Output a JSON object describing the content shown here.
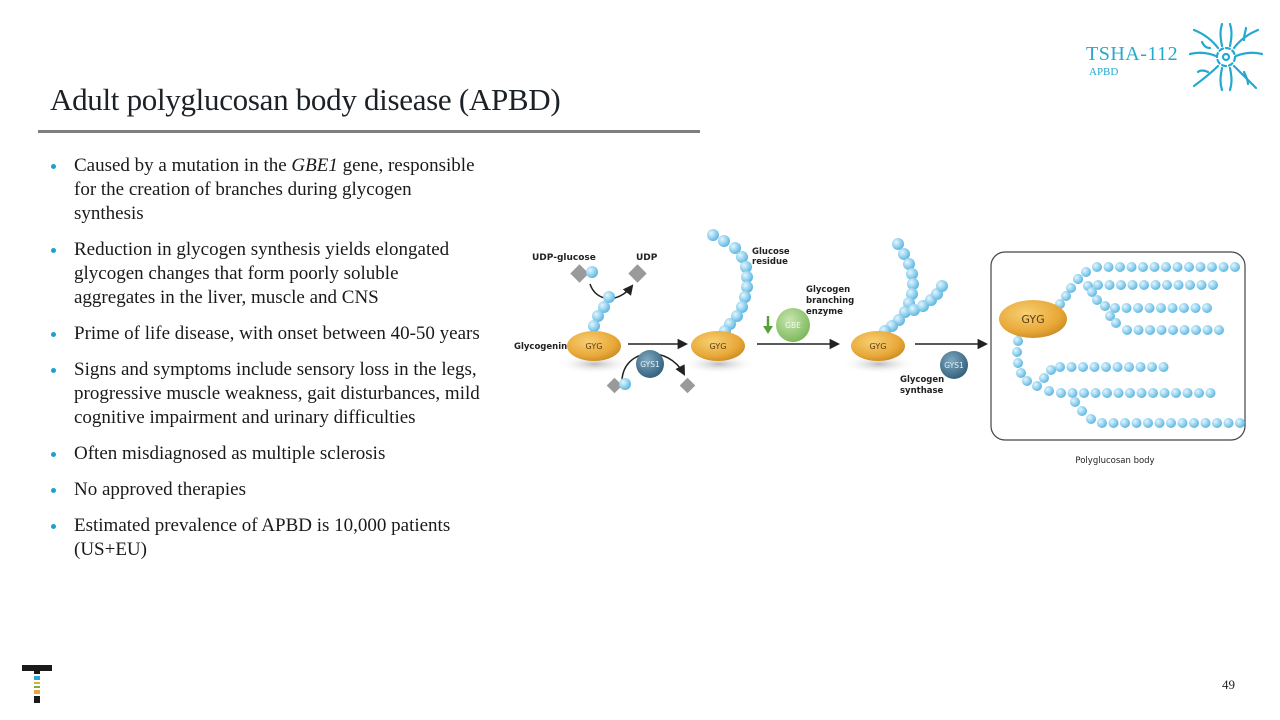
{
  "slide": {
    "title": "Adult polyglucosan body disease (APBD)",
    "page_number": "49"
  },
  "brand": {
    "code": "TSHA-112",
    "subtitle": "APBD",
    "icon": "neuron-icon",
    "color": "#23a9cf"
  },
  "bullets": [
    {
      "pre": "Caused by a mutation in the ",
      "italic": "GBE1",
      "post": " gene, responsible for the creation of branches during glycogen synthesis"
    },
    {
      "pre": "Reduction in glycogen synthesis yields elongated glycogen changes that form poorly soluble aggregates in the liver, muscle and CNS",
      "italic": "",
      "post": ""
    },
    {
      "pre": "Prime of life disease, with onset between 40-50 years",
      "italic": "",
      "post": ""
    },
    {
      "pre": "Signs and symptoms include sensory loss in the legs, progressive muscle weakness, gait disturbances, mild cognitive impairment and urinary difficulties",
      "italic": "",
      "post": ""
    },
    {
      "pre": "Often misdiagnosed as multiple sclerosis",
      "italic": "",
      "post": ""
    },
    {
      "pre": "No approved therapies",
      "italic": "",
      "post": ""
    },
    {
      "pre": "Estimated prevalence of APBD is 10,000 patients (US+EU)",
      "italic": "",
      "post": ""
    }
  ],
  "diagram": {
    "labels": {
      "udp_glucose": "UDP-glucose",
      "udp": "UDP",
      "glycogenin": "Glycogenin",
      "glucose_residue_1": "Glucose",
      "glucose_residue_2": "residue",
      "gbe_enzyme_1": "Glycogen",
      "gbe_enzyme_2": "branching",
      "gbe_enzyme_3": "enzyme",
      "glycogen_synthase_1": "Glycogen",
      "glycogen_synthase_2": "synthase",
      "polyglucosan_body": "Polyglucosan body",
      "gyg": "GYG",
      "gys1": "GYS1",
      "gbe": "GBE"
    },
    "colors": {
      "gyg": "#e8a838",
      "glucose": "#8fd0ee",
      "gys1": "#3f6f8a",
      "gbe": "#8cc46a",
      "udp": "#9a9a9a",
      "down_arrow": "#5aa03a"
    }
  }
}
